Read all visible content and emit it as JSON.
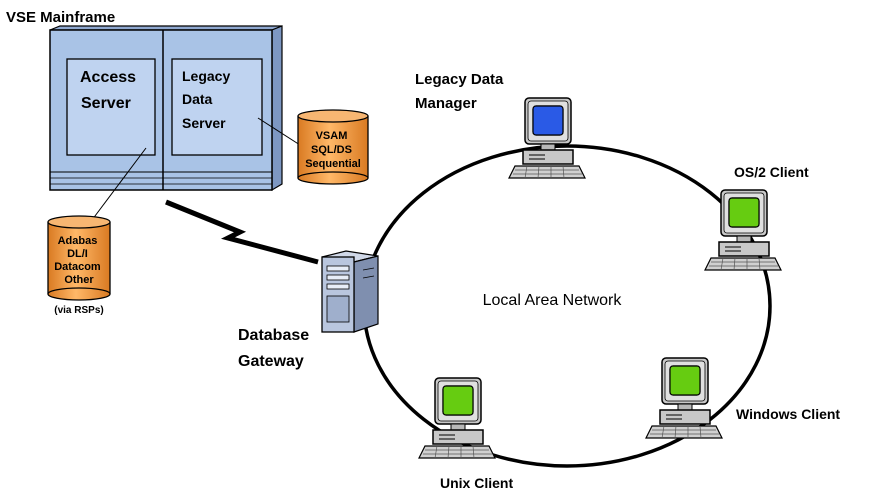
{
  "mainframe": {
    "title": "VSE Mainframe",
    "access_server": [
      "Access",
      "Server"
    ],
    "legacy_data_server": [
      "Legacy",
      "Data",
      "Server"
    ]
  },
  "db_right": [
    "VSAM",
    "SQL/DS",
    "Sequential"
  ],
  "db_left": [
    "Adabas",
    "DL/I",
    "Datacom",
    "Other"
  ],
  "db_left_note": "(via RSPs)",
  "gateway": [
    "Database",
    "Gateway"
  ],
  "network_label": "Local Area Network",
  "nodes": {
    "legacy_manager": [
      "Legacy Data",
      "Manager"
    ],
    "os2": "OS/2 Client",
    "windows": "Windows Client",
    "unix": "Unix Client"
  },
  "colors": {
    "mainframe_face": "#A9C3E6",
    "mainframe_panel": "#BFD3F0",
    "database": "#F5A04C",
    "screen_blue": "#2A5AE6",
    "screen_green": "#66CC11",
    "computer_body": "#C8C8C8"
  }
}
